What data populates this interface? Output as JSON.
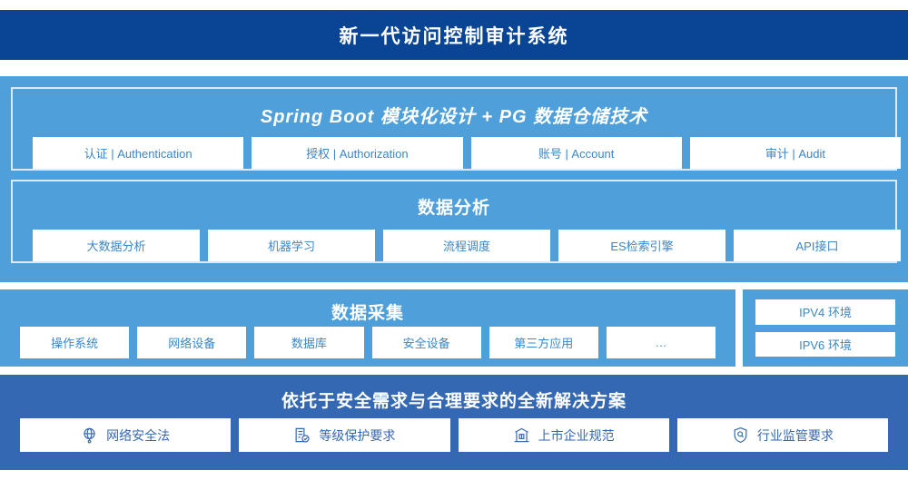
{
  "header": {
    "title": "新一代访问控制审计系统"
  },
  "colors": {
    "header_bg": "#0a4595",
    "panel_light": "#4f9fda",
    "panel_dark": "#3568b2",
    "card_bg": "#ffffff",
    "card_text": "#3a86c8",
    "card_text_dark": "#3568b2",
    "inner_border": "#ddeaf6"
  },
  "architecture": {
    "spring": {
      "title": "Spring Boot 模块化设计 + PG 数据仓储技术",
      "cards": [
        {
          "label": "认证 | Authentication"
        },
        {
          "label": "授权 | Authorization"
        },
        {
          "label": "账号 | Account"
        },
        {
          "label": "审计 | Audit"
        }
      ]
    },
    "analysis": {
      "title": "数据分析",
      "cards": [
        {
          "label": "大数据分析"
        },
        {
          "label": "机器学习"
        },
        {
          "label": "流程调度"
        },
        {
          "label": "ES检索引擎"
        },
        {
          "label": "API接口"
        }
      ]
    }
  },
  "collection": {
    "title": "数据采集",
    "cards": [
      {
        "label": "操作系统"
      },
      {
        "label": "网络设备"
      },
      {
        "label": "数据库"
      },
      {
        "label": "安全设备"
      },
      {
        "label": "第三方应用"
      },
      {
        "label": "…"
      }
    ]
  },
  "environments": {
    "items": [
      {
        "label": "IPV4 环境"
      },
      {
        "label": "IPV6 环境"
      }
    ]
  },
  "solutions": {
    "title": "依托于安全需求与合理要求的全新解决方案",
    "cards": [
      {
        "label": "网络安全法",
        "icon": "globe-icon"
      },
      {
        "label": "等级保护要求",
        "icon": "document-check-icon"
      },
      {
        "label": "上市企业规范",
        "icon": "bank-icon"
      },
      {
        "label": "行业监管要求",
        "icon": "shield-search-icon"
      }
    ]
  }
}
